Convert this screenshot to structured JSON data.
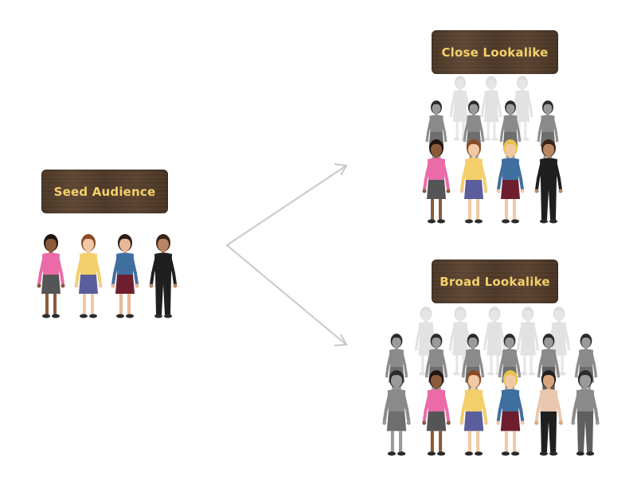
{
  "labels": {
    "seed": "Seed Audience",
    "close": "Close Lookalike",
    "broad": "Broad Lookalike"
  },
  "colors": {
    "arrow": "#c8c8c8",
    "sign_text": "#f3d16a",
    "ghost": "#e2e2e2",
    "grey_person": "#8a8a8a"
  },
  "icons": [
    "person-figure",
    "arrow-up-right",
    "arrow-down-right"
  ]
}
